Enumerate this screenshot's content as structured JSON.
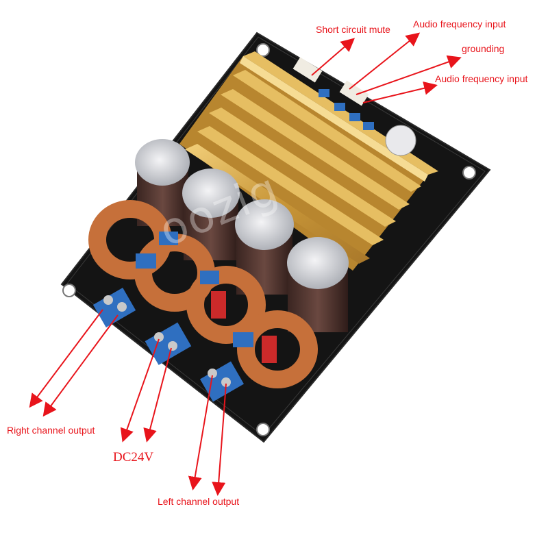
{
  "labels": {
    "short_circuit_mute": "Short circuit mute",
    "audio_input_1": "Audio frequency input",
    "grounding": "grounding",
    "audio_input_2": "Audio frequency input",
    "right_channel_output": "Right channel output",
    "dc24v": "DC24V",
    "left_channel_output": "Left channel output"
  },
  "watermark": "oozig",
  "colors": {
    "arrow": "#e8141b",
    "pcb": "#121212",
    "heatsink": "#d6a64b",
    "capacitor": "#5a3a33",
    "inductor": "#c6703a",
    "terminal": "#2f6fc0"
  }
}
